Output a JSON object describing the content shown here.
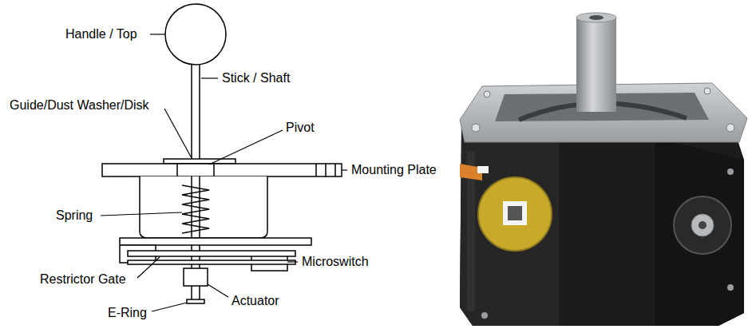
{
  "diagram": {
    "labels": [
      "Handle / Top",
      "Stick / Shaft",
      "Guide/Dust Washer/Disk",
      "Pivot",
      "Mounting Plate",
      "Spring",
      "Microswitch",
      "Restrictor Gate",
      "E-Ring",
      "Actuator"
    ]
  }
}
